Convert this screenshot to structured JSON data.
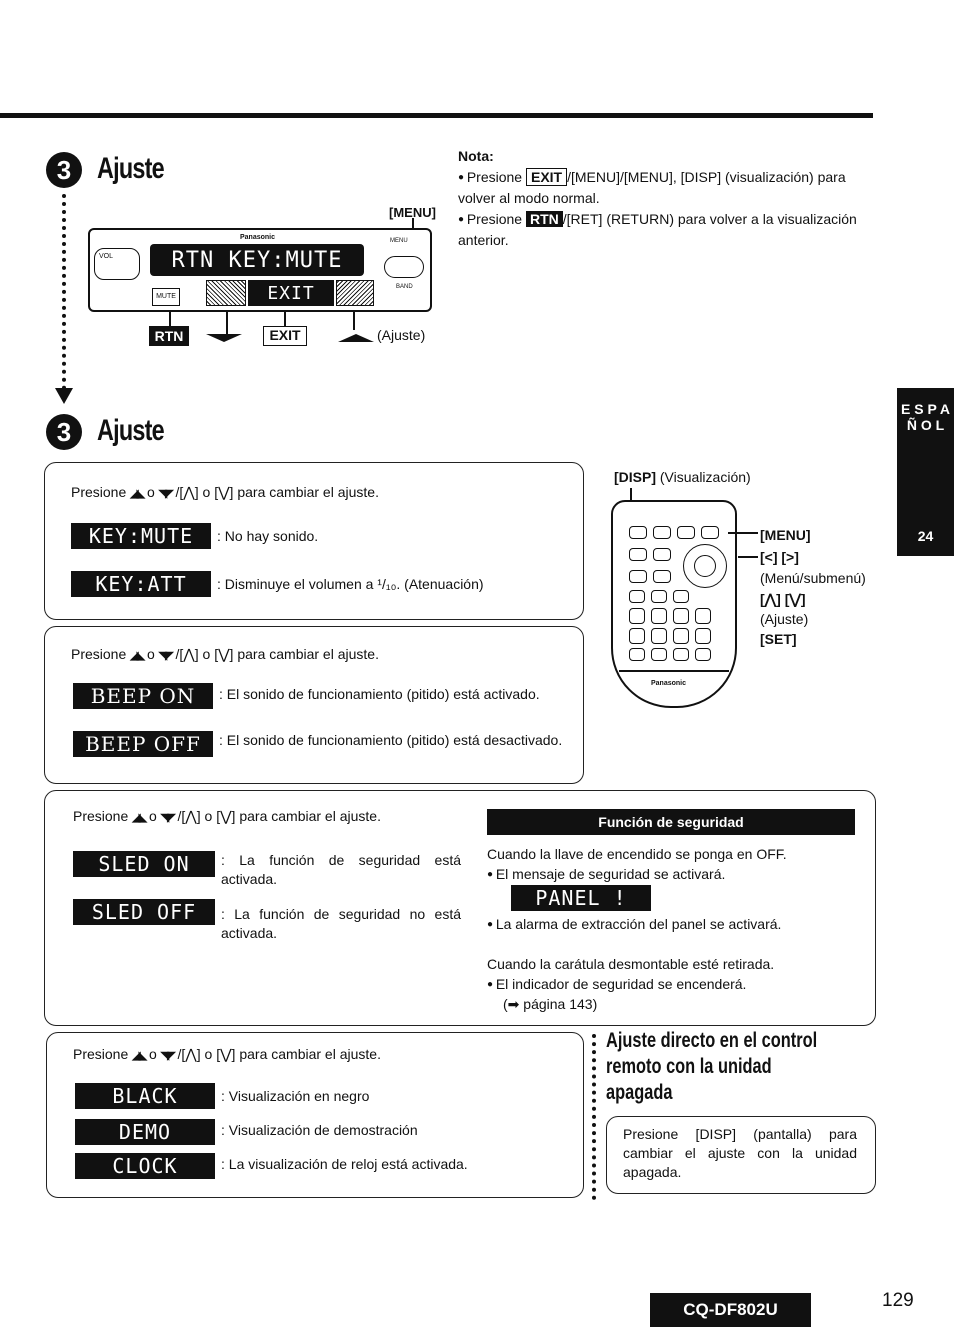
{
  "section1": {
    "num": "3",
    "title": "Ajuste",
    "menu_label": "[MENU]"
  },
  "display_panel": {
    "brand": "Panasonic",
    "lcd_text": "RTN KEY:MUTE",
    "lcd_exit": "EXIT",
    "mute_icon": "MUTE",
    "vol_label": "VOL",
    "menu_small": "MENU",
    "band_label": "BAND",
    "legend_rtn": "RTN",
    "legend_exit": "EXIT",
    "legend_ajuste": "(Ajuste)"
  },
  "nota": {
    "title": "Nota:",
    "line1_pre": "Presione ",
    "line1_exit": "EXIT",
    "line1_post": "/[MENU]/[MENU], [DISP] (visualización) para volver al modo normal.",
    "line2_pre": "Presione ",
    "line2_rtn": "RTN",
    "line2_post": "/[RET] (RETURN) para volver a la visualización anterior."
  },
  "section2": {
    "num": "3",
    "title": "Ajuste"
  },
  "side_tab": {
    "letters": "E S P A Ñ O L",
    "page": "24"
  },
  "presione": {
    "pre": "Presione",
    "mid": "o",
    "post": "/[⋀] o [⋁] para cambiar el ajuste."
  },
  "box1": {
    "items": [
      {
        "lcd": "KEY:MUTE",
        "desc": ": No hay sonido."
      },
      {
        "lcd": "KEY:ATT",
        "desc": ": Disminuye el volumen a ¹/₁₀. (Atenuación)"
      }
    ]
  },
  "box2": {
    "items": [
      {
        "lcd": "BEEP ON",
        "desc": ": El sonido de funcionamiento (pitido) está activado."
      },
      {
        "lcd": "BEEP OFF",
        "desc": ": El sonido de funcionamiento (pitido) está desactivado."
      }
    ]
  },
  "box3": {
    "items": [
      {
        "lcd": "SLED ON",
        "desc": ": La función de seguridad está activada."
      },
      {
        "lcd": "SLED OFF",
        "desc": ": La función de seguridad no está activada."
      }
    ]
  },
  "box4": {
    "items": [
      {
        "lcd": "BLACK",
        "desc": ": Visualización en negro"
      },
      {
        "lcd": "DEMO",
        "desc": ": Visualización de demostración"
      },
      {
        "lcd": "CLOCK",
        "desc": ": La visualización de reloj está activada."
      }
    ]
  },
  "remote": {
    "disp_label": "[DISP]",
    "disp_desc": "(Visualización)",
    "menu": "[MENU]",
    "lr": "[<] [>]",
    "lr_desc": "(Menú/submenú)",
    "ud": "[⋀] [⋁]",
    "ud_desc": "(Ajuste)",
    "set": "[SET]",
    "brand": "Panasonic"
  },
  "security": {
    "header": "Función de seguridad",
    "p1": "Cuando la llave de encendido se ponga en OFF.",
    "b1": "El mensaje de seguridad se activará.",
    "panel_lcd": "PANEL !",
    "b2": "La alarma de extracción del panel se activará.",
    "p2": "Cuando la carátula desmontable esté retirada.",
    "b3": "El indicador de seguridad se encenderá.",
    "ref": "(➡ página 143)"
  },
  "direct": {
    "title_l1": "Ajuste directo en el control",
    "title_l2": "remoto con la unidad",
    "title_l3": "apagada",
    "body": "Presione [DISP] (pantalla) para cambiar el ajuste con la unidad apagada."
  },
  "footer": {
    "model": "CQ-DF802U",
    "page": "129"
  }
}
